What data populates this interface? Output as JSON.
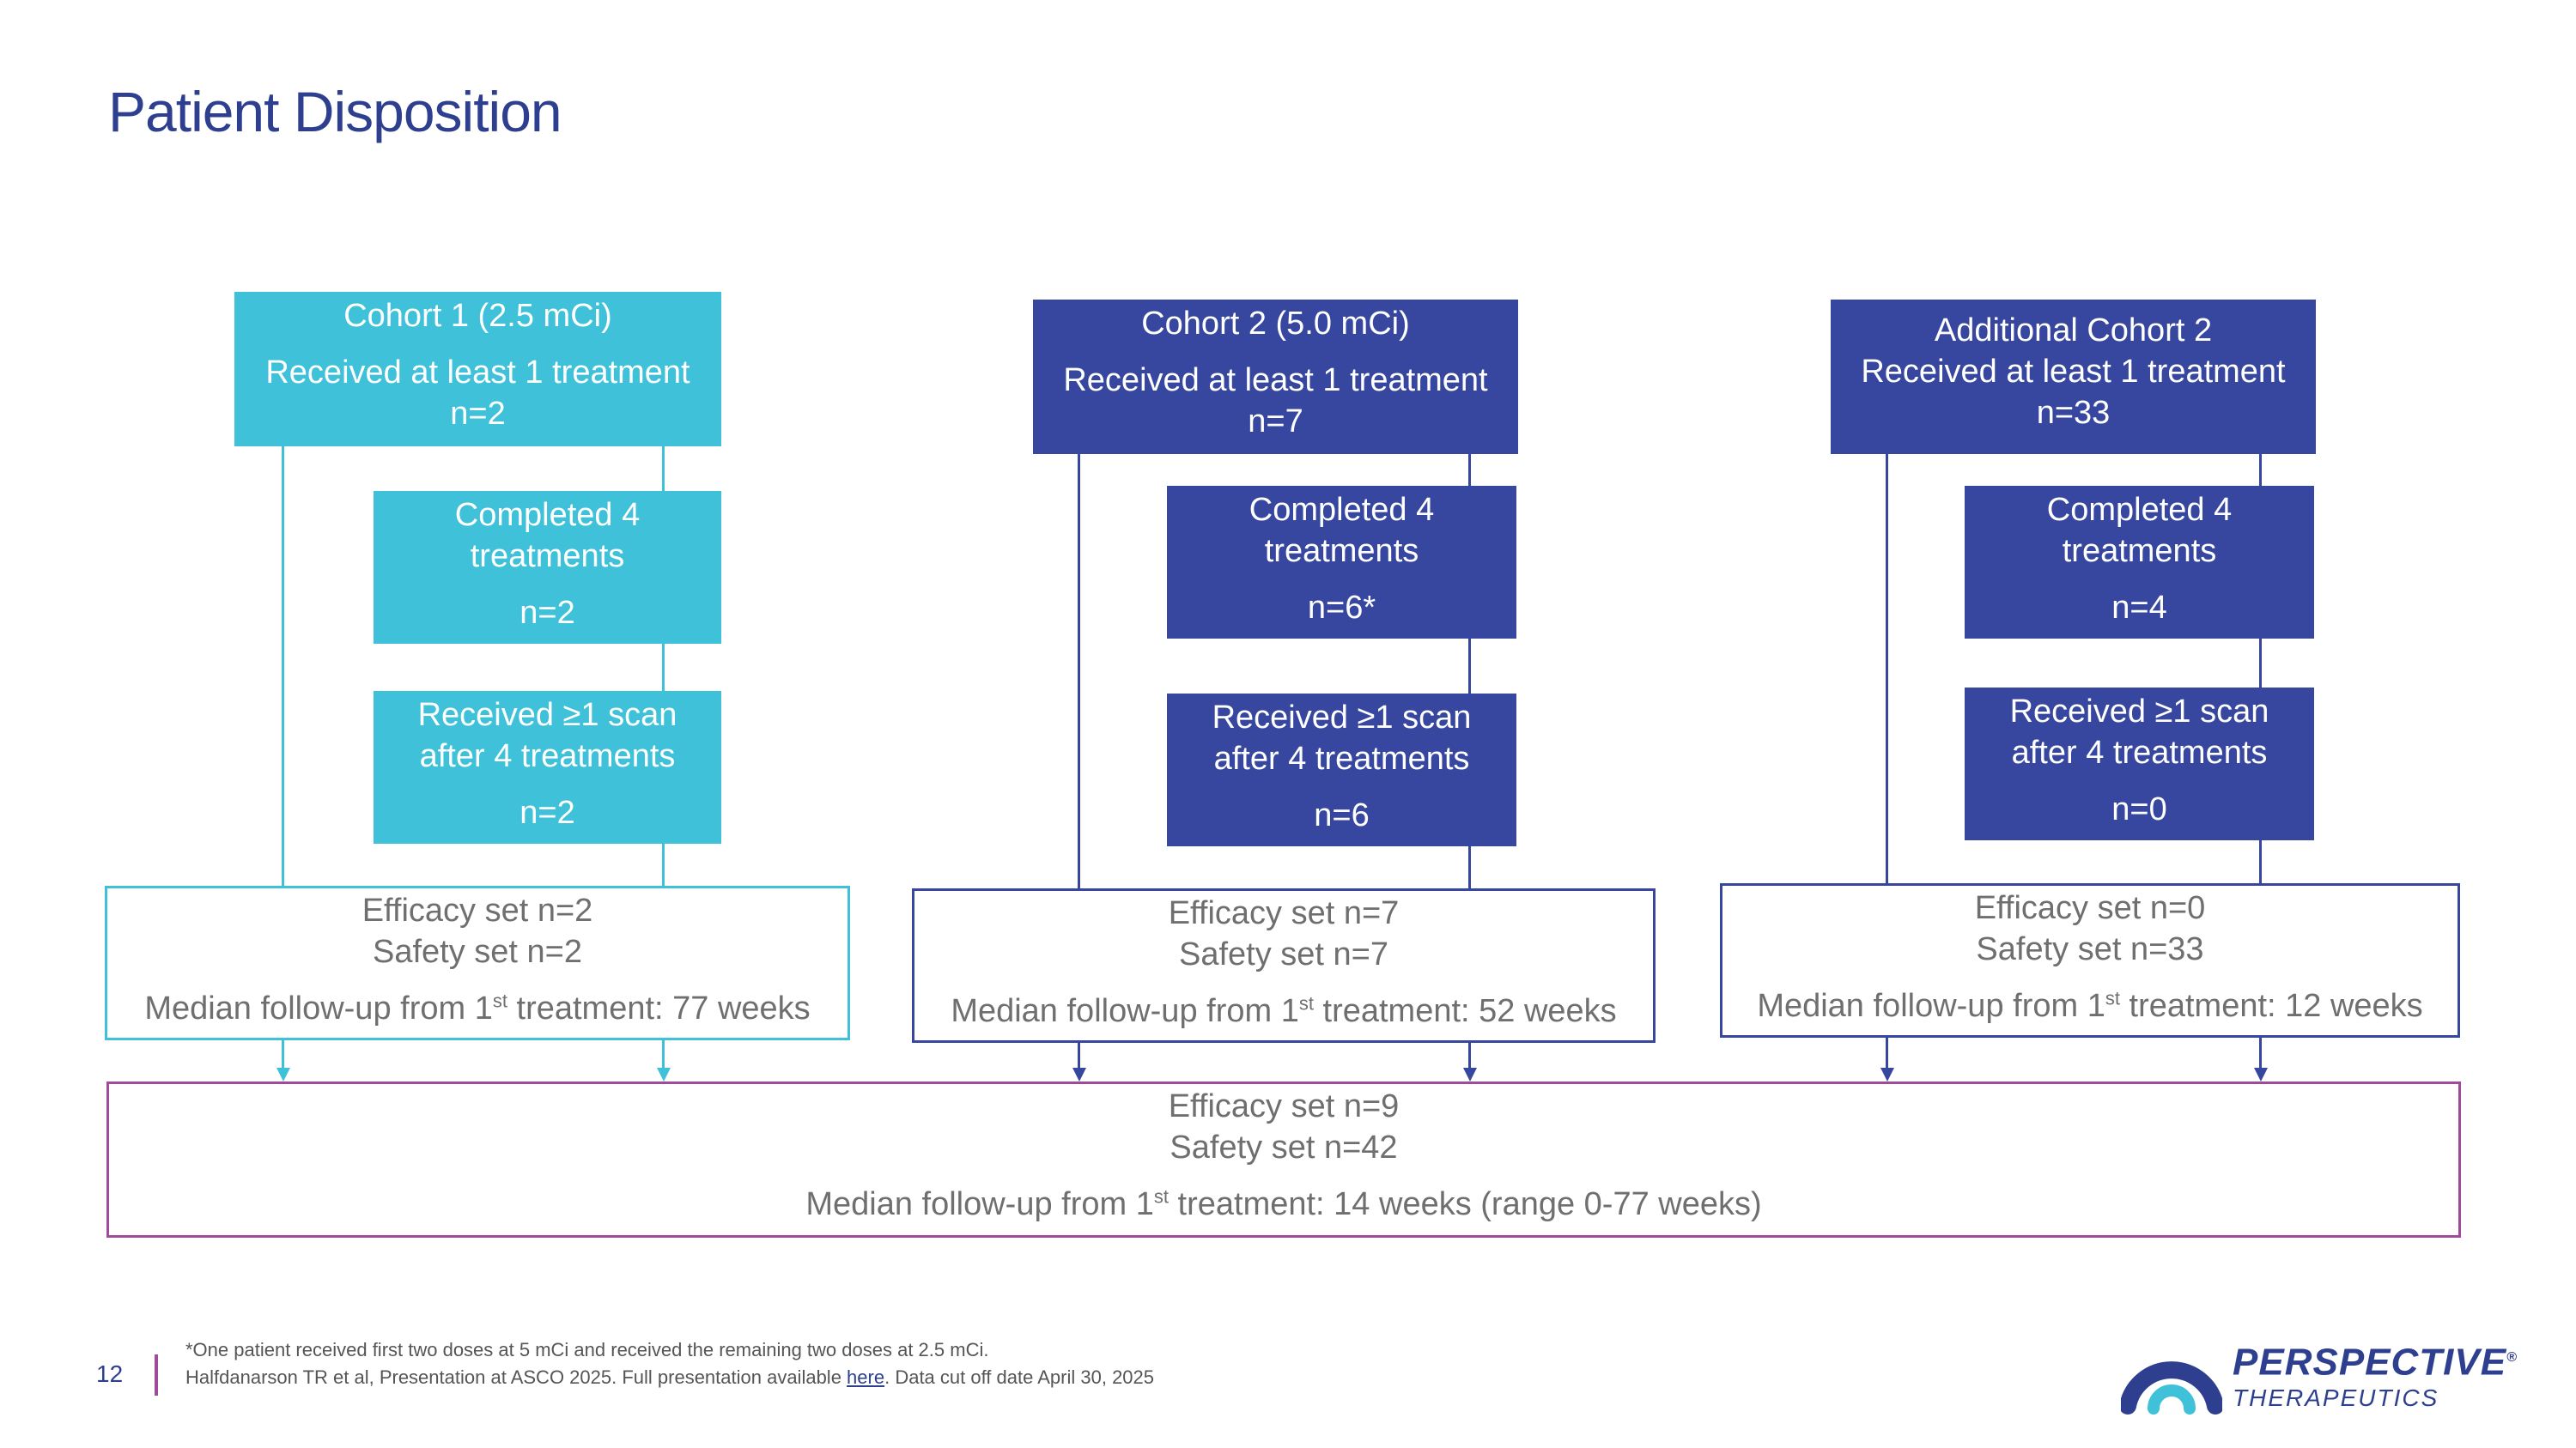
{
  "title": "Patient Disposition",
  "colors": {
    "cohort1": "#3ec1d9",
    "cohort2": "#37479f",
    "title": "#2e3f8f",
    "total_border": "#a04b9a"
  },
  "cohorts": [
    {
      "header": [
        "Cohort 1 (2.5 mCi)",
        "Received at least 1 treatment",
        "n=2"
      ],
      "completed": [
        "Completed 4",
        "treatments",
        "n=2"
      ],
      "scan": [
        "Received ≥1 scan",
        "after 4 treatments",
        "n=2"
      ],
      "summary": {
        "efficacy": "Efficacy set n=2",
        "safety": "Safety set n=2",
        "median_prefix": "Median follow-up from 1",
        "median_sup": "st",
        "median_suffix": " treatment: 77 weeks"
      }
    },
    {
      "header": [
        "Cohort 2 (5.0 mCi)",
        "Received at least 1 treatment",
        "n=7"
      ],
      "completed": [
        "Completed 4",
        "treatments",
        "n=6*"
      ],
      "scan": [
        "Received ≥1 scan",
        "after 4 treatments",
        "n=6"
      ],
      "summary": {
        "efficacy": "Efficacy set n=7",
        "safety": "Safety set n=7",
        "median_prefix": "Median follow-up from 1",
        "median_sup": "st",
        "median_suffix": " treatment: 52 weeks"
      }
    },
    {
      "header": [
        "Additional Cohort 2",
        "Received at least 1 treatment",
        "n=33"
      ],
      "completed": [
        "Completed 4",
        "treatments",
        "n=4"
      ],
      "scan": [
        "Received ≥1 scan",
        "after 4 treatments",
        "n=0"
      ],
      "summary": {
        "efficacy": "Efficacy set n=0",
        "safety": "Safety set n=33",
        "median_prefix": "Median follow-up from 1",
        "median_sup": "st",
        "median_suffix": " treatment: 12 weeks"
      }
    }
  ],
  "total": {
    "efficacy": "Efficacy set n=9",
    "safety": "Safety set n=42",
    "median_prefix": "Median follow-up from 1",
    "median_sup": "st",
    "median_suffix": " treatment: 14 weeks (range 0-77 weeks)"
  },
  "footer": {
    "page_number": "12",
    "footnote": "*One patient received first two doses at 5 mCi and received the remaining two doses at 2.5 mCi.",
    "citation_prefix": "Halfdanarson TR et al, Presentation at ASCO 2025. Full presentation available ",
    "citation_link": "here",
    "citation_suffix": ". Data cut off date April 30, 2025"
  },
  "logo": {
    "name": "PERSPECTIVE",
    "mark": "®",
    "sub": "THERAPEUTICS"
  }
}
